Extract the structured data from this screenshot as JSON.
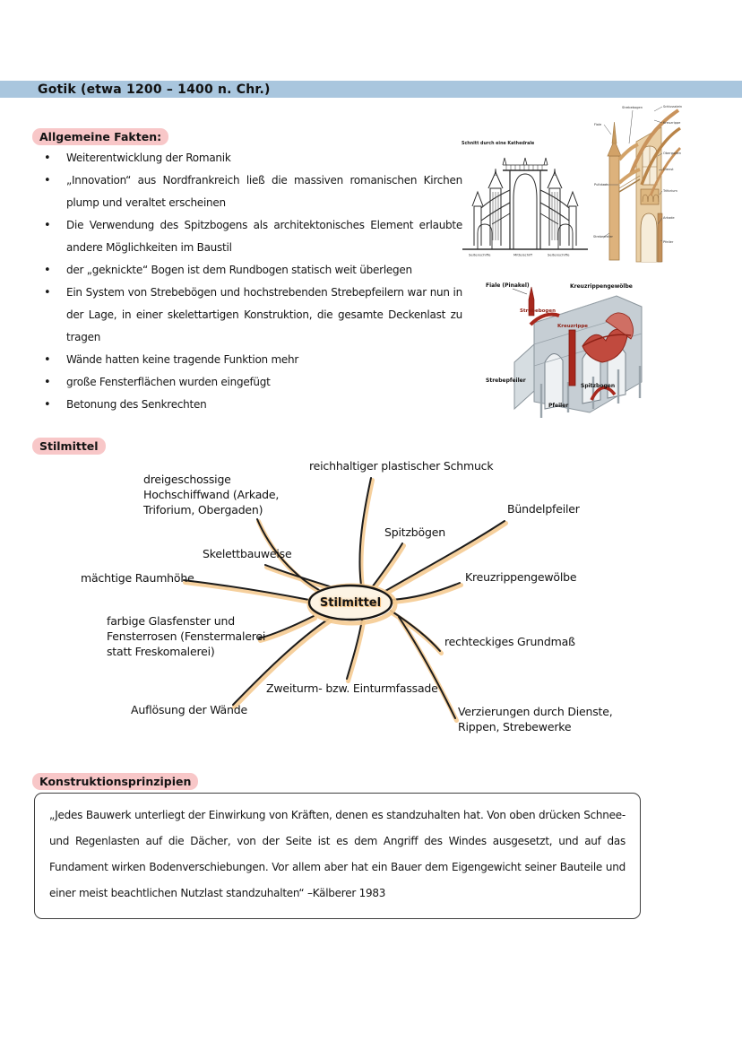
{
  "page": {
    "title": "Gotik (etwa 1200 – 1400 n. Chr.)",
    "bullet_glyph": "•"
  },
  "sections": {
    "facts": {
      "label": "Allgemeine Fakten:",
      "bullets": [
        "Weiterentwicklung der Romanik",
        "„Innovation“ aus Nordfrankreich ließ die massiven romanischen Kirchen plump und veraltet erscheinen",
        "Die Verwendung des Spitzbogens als architektonisches Element erlaubte andere Möglichkeiten im Baustil",
        "der „geknickte“ Bogen ist dem Rundbogen statisch weit überlegen",
        "Ein System von Strebebögen und hochstrebenden Strebepfeilern war nun in der Lage, in einer skelettartigen Konstruktion, die gesamte Deckenlast zu tragen",
        "Wände hatten keine tragende Funktion mehr",
        "große Fensterflächen wurden eingefügt",
        "Betonung des Senkrechten"
      ]
    },
    "konstruktion": {
      "label": "Konstruktionsprinzipien",
      "quote": "„Jedes Bauwerk unterliegt der Einwirkung von Kräften, denen es standzuhalten hat. Von oben drücken Schnee- und Regenlasten auf die Dächer, von der Seite ist es dem Angriff des Windes ausgesetzt, und auf das Fundament wirken Bodenverschiebungen. Vor allem aber hat ein Bauer dem Eigengewicht seiner Bauteile und einer meist beachtlichen Nutzlast standzuhalten“ –Kälberer 1983"
    }
  },
  "mindmap": {
    "section_label": "Stilmittel",
    "center_label": "Stilmittel",
    "branches": [
      {
        "name": "reichhaltiger-plastischer-schmuck",
        "lines": [
          "reichhaltiger plastischer Schmuck"
        ]
      },
      {
        "name": "dreigeschossige-hochschiffwand",
        "lines": [
          "dreigeschossige",
          "Hochschiffwand (Arkade,",
          "Triforium, Obergaden)"
        ]
      },
      {
        "name": "buendelpfeiler",
        "lines": [
          "Bündelpfeiler"
        ]
      },
      {
        "name": "spitzboegen",
        "lines": [
          "Spitzbögen"
        ]
      },
      {
        "name": "skelettbauweise",
        "lines": [
          "Skelettbauweise"
        ]
      },
      {
        "name": "maechtige-raumhoehe",
        "lines": [
          "mächtige Raumhöhe"
        ]
      },
      {
        "name": "kreuzrippengewoelbe",
        "lines": [
          "Kreuzrippengewölbe"
        ]
      },
      {
        "name": "rechteckiges-grundmass",
        "lines": [
          "rechteckiges Grundmaß"
        ]
      },
      {
        "name": "farbige-glasfenster",
        "lines": [
          "farbige Glasfenster und",
          "Fensterrosen (Fenstermalerei",
          "statt Freskomalerei)"
        ]
      },
      {
        "name": "fassade",
        "lines": [
          "Zweiturm- bzw. Einturmfassade"
        ]
      },
      {
        "name": "aufloesung-der-waende",
        "lines": [
          "Auflösung der Wände"
        ]
      },
      {
        "name": "verzierungen",
        "lines": [
          "Verzierungen durch Dienste,",
          "Rippen, Strebewerke"
        ]
      }
    ]
  },
  "figures": {
    "cross_section": {
      "title": "Schnitt durch eine Kathedrale",
      "labels": [
        "Seitenschiffe",
        "Mittelschiff",
        "Seitenschiffe"
      ]
    },
    "wall_elevation": {
      "labels": [
        "Fiale",
        "Strebebogen",
        "Schlussstein",
        "Kreuzrippe",
        "Obergaden",
        "Dienst",
        "Pultdach",
        "Triforium",
        "Arkade",
        "Strebepfeiler",
        "Pfeiler"
      ]
    },
    "construction_3d": {
      "labels": [
        "Fiale (Pinakel)",
        "Kreuzrippengewölbe",
        "Strebebogen",
        "Kreuzrippe",
        "Strebepfeiler",
        "Spitzbogen",
        "Pfeiler"
      ]
    }
  },
  "colors": {
    "header_bar": "#a9c6de",
    "section_highlight": "#f8c7c8",
    "mindmap_glow": "#f5cb92",
    "figure_tan": "#ddb27c",
    "figure_red": "#a8281d",
    "figure_gray": "#c6ced4"
  }
}
